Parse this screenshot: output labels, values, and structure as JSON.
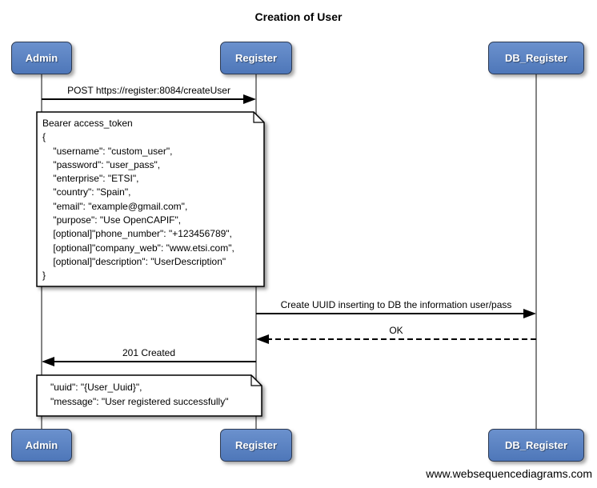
{
  "diagram": {
    "title": "Creation of User",
    "watermark": "www.websequencediagrams.com",
    "colors": {
      "actor_fill_top": "#6b91cd",
      "actor_fill_bottom": "#4e77b9",
      "actor_border": "#2d3a52",
      "actor_text": "#ffffff",
      "lifeline": "#848484",
      "arrow": "#000000",
      "note_fill": "#ffffff",
      "background": "#ffffff"
    },
    "actors": [
      {
        "label": "Admin"
      },
      {
        "label": "Register"
      },
      {
        "label": "DB_Register"
      }
    ],
    "messages": [
      {
        "label": "POST https://register:8084/createUser",
        "from": "Admin",
        "to": "Register",
        "style": "solid"
      },
      {
        "label": "Create UUID inserting to DB the information user/pass",
        "from": "Register",
        "to": "DB_Register",
        "style": "solid"
      },
      {
        "label": "OK",
        "from": "DB_Register",
        "to": "Register",
        "style": "dashed"
      },
      {
        "label": "201 Created",
        "from": "Register",
        "to": "Admin",
        "style": "solid"
      }
    ],
    "notes": [
      {
        "lines": [
          "Bearer access_token",
          "{",
          "    \"username\": \"custom_user\",",
          "    \"password\": \"user_pass\",",
          "    \"enterprise\": \"ETSI\",",
          "    \"country\": \"Spain\",",
          "    \"email\": \"example@gmail.com\",",
          "    \"purpose\": \"Use OpenCAPIF\",",
          "    [optional]\"phone_number\": \"+123456789\",",
          "    [optional]\"company_web\": \"www.etsi.com\",",
          "    [optional]\"description\": \"UserDescription\"",
          "}"
        ]
      },
      {
        "lines": [
          "   \"uuid\": \"{User_Uuid}\",",
          "   \"message\": \"User registered successfully\""
        ]
      }
    ]
  }
}
